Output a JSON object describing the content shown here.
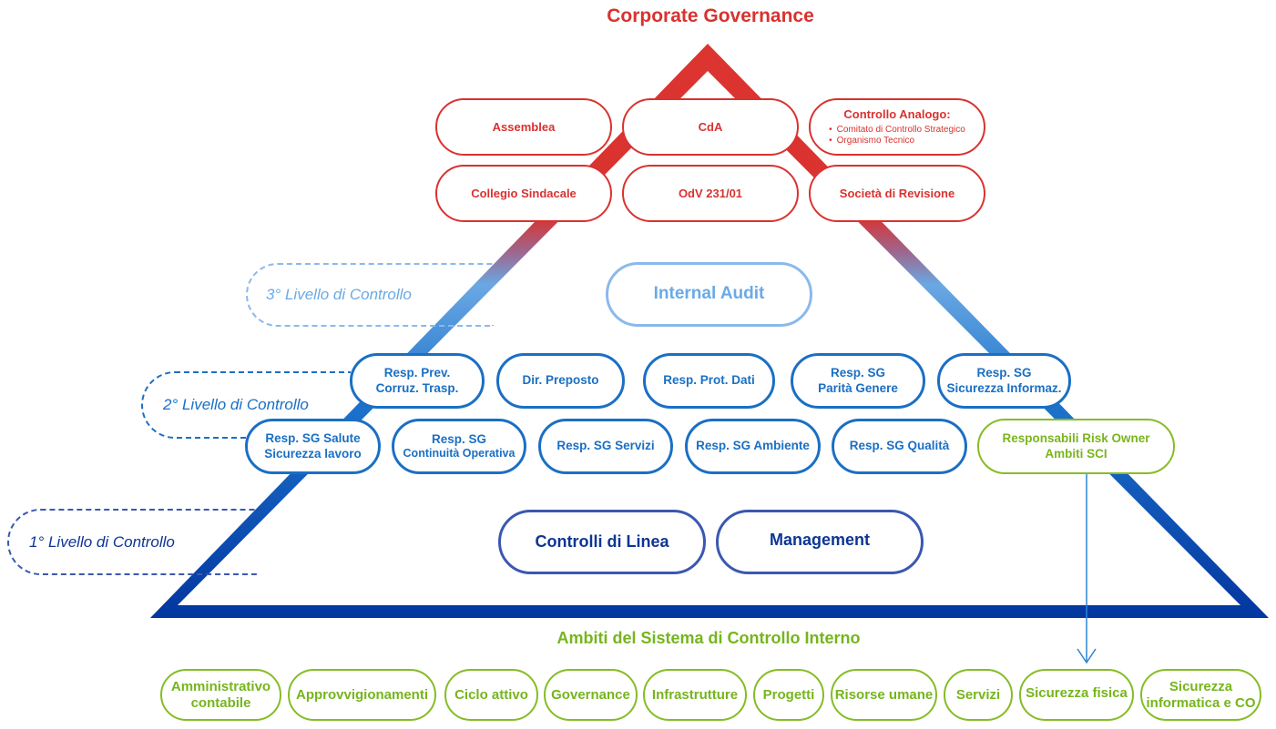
{
  "title": "Corporate Governance",
  "colors": {
    "governance_red": "#d9322f",
    "level3_lightblue": "#6aaae6",
    "level2_blue": "#1a6fc4",
    "level1_navy": "#0e3594",
    "sci_green": "#7ab51d"
  },
  "governance": {
    "row1": [
      {
        "label": "Assemblea"
      },
      {
        "label": "CdA"
      }
    ],
    "controllo_analogo": {
      "title": "Controllo Analogo:",
      "items": [
        "Comitato di Controllo Strategico",
        "Organismo Tecnico"
      ]
    },
    "row2": [
      {
        "label": "Collegio Sindacale"
      },
      {
        "label": "OdV 231/01"
      },
      {
        "label": "Società di Revisione"
      }
    ]
  },
  "level3": {
    "label": "3° Livello di Controllo",
    "boxes": [
      {
        "label": "Internal Audit"
      }
    ]
  },
  "level2": {
    "label": "2° Livello di Controllo",
    "row1": [
      {
        "line1": "Resp. Prev.",
        "line2": "Corruz. Trasp."
      },
      {
        "line1": "Dir. Preposto",
        "line2": ""
      },
      {
        "line1": "Resp. Prot. Dati",
        "line2": ""
      },
      {
        "line1": "Resp. SG",
        "line2": "Parità Genere"
      },
      {
        "line1": "Resp. SG",
        "line2": "Sicurezza Informaz."
      }
    ],
    "row2": [
      {
        "line1": "Resp. SG Salute",
        "line2": "Sicurezza lavoro"
      },
      {
        "line1": "Resp. SG",
        "line2": "Continuità Operativa"
      },
      {
        "line1": "Resp. SG Servizi",
        "line2": ""
      },
      {
        "line1": "Resp. SG Ambiente",
        "line2": ""
      },
      {
        "line1": "Resp. SG Qualità",
        "line2": ""
      }
    ],
    "risk_owner": {
      "line1": "Responsabili Risk Owner",
      "line2": "Ambiti SCI"
    }
  },
  "level1": {
    "label": "1° Livello di Controllo",
    "boxes": [
      {
        "label": "Controlli di Linea"
      },
      {
        "label": "Management"
      }
    ]
  },
  "ambiti": {
    "title": "Ambiti del Sistema di Controllo Interno",
    "items": [
      {
        "line1": "Amministrativo",
        "line2": "contabile"
      },
      {
        "line1": "Approvvigionamenti",
        "line2": ""
      },
      {
        "line1": "Ciclo attivo",
        "line2": ""
      },
      {
        "line1": "Governance",
        "line2": ""
      },
      {
        "line1": "Infrastrutture",
        "line2": ""
      },
      {
        "line1": "Progetti",
        "line2": ""
      },
      {
        "line1": "Risorse umane",
        "line2": ""
      },
      {
        "line1": "Servizi",
        "line2": ""
      },
      {
        "line1": "Sicurezza fisica",
        "line2": ""
      },
      {
        "line1": "Sicurezza",
        "line2": "informatica e CO"
      }
    ]
  }
}
